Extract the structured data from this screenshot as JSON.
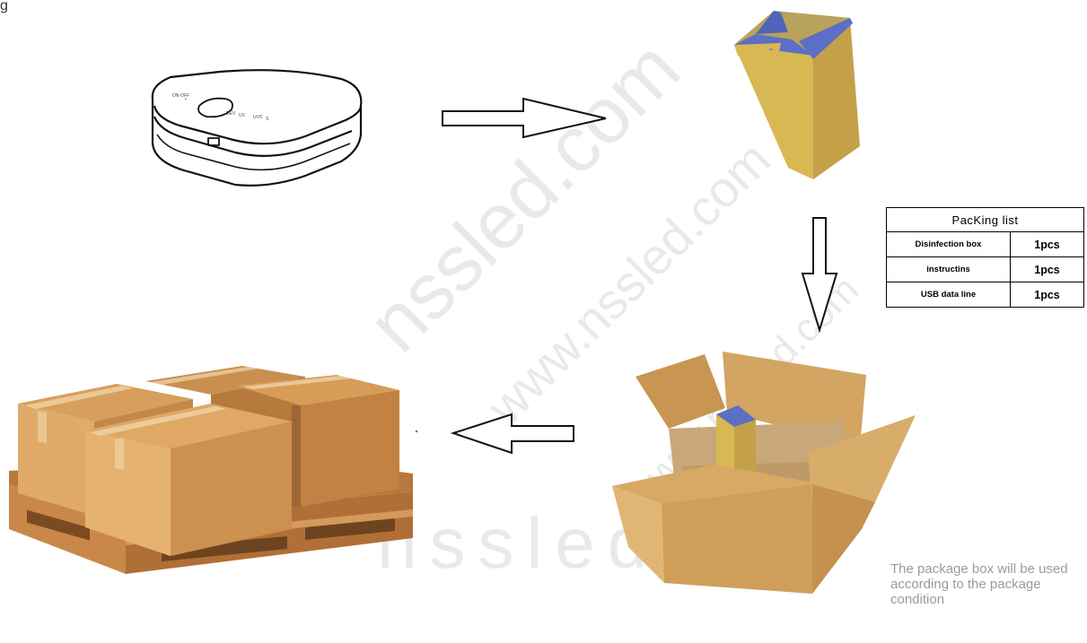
{
  "figure": {
    "corner_mark": "g",
    "watermark_lines": [
      "nssled.com",
      "www.nssled.com",
      "www.nssled.com",
      "nssled.co"
    ]
  },
  "steps": [
    {
      "id": "device",
      "icon": "disinfection-device-icon"
    },
    {
      "id": "product-box",
      "icon": "product-box-icon"
    },
    {
      "id": "shipping-carton",
      "icon": "open-carton-icon"
    },
    {
      "id": "pallet",
      "icon": "pallet-boxes-icon"
    }
  ],
  "packing_list": {
    "title": "PacKing list",
    "rows": [
      {
        "item": "Disinfection box",
        "qty": "1pcs"
      },
      {
        "item": "instructins",
        "qty": "1pcs"
      },
      {
        "item": "USB data line",
        "qty": "1pcs"
      }
    ]
  },
  "note": "The package box will be used according to the package condition",
  "colors": {
    "box_yellow": "#d9b54e",
    "box_blue": "#5b6fc4",
    "cardboard": "#d6a061",
    "note_gray": "#9b9b9b"
  }
}
